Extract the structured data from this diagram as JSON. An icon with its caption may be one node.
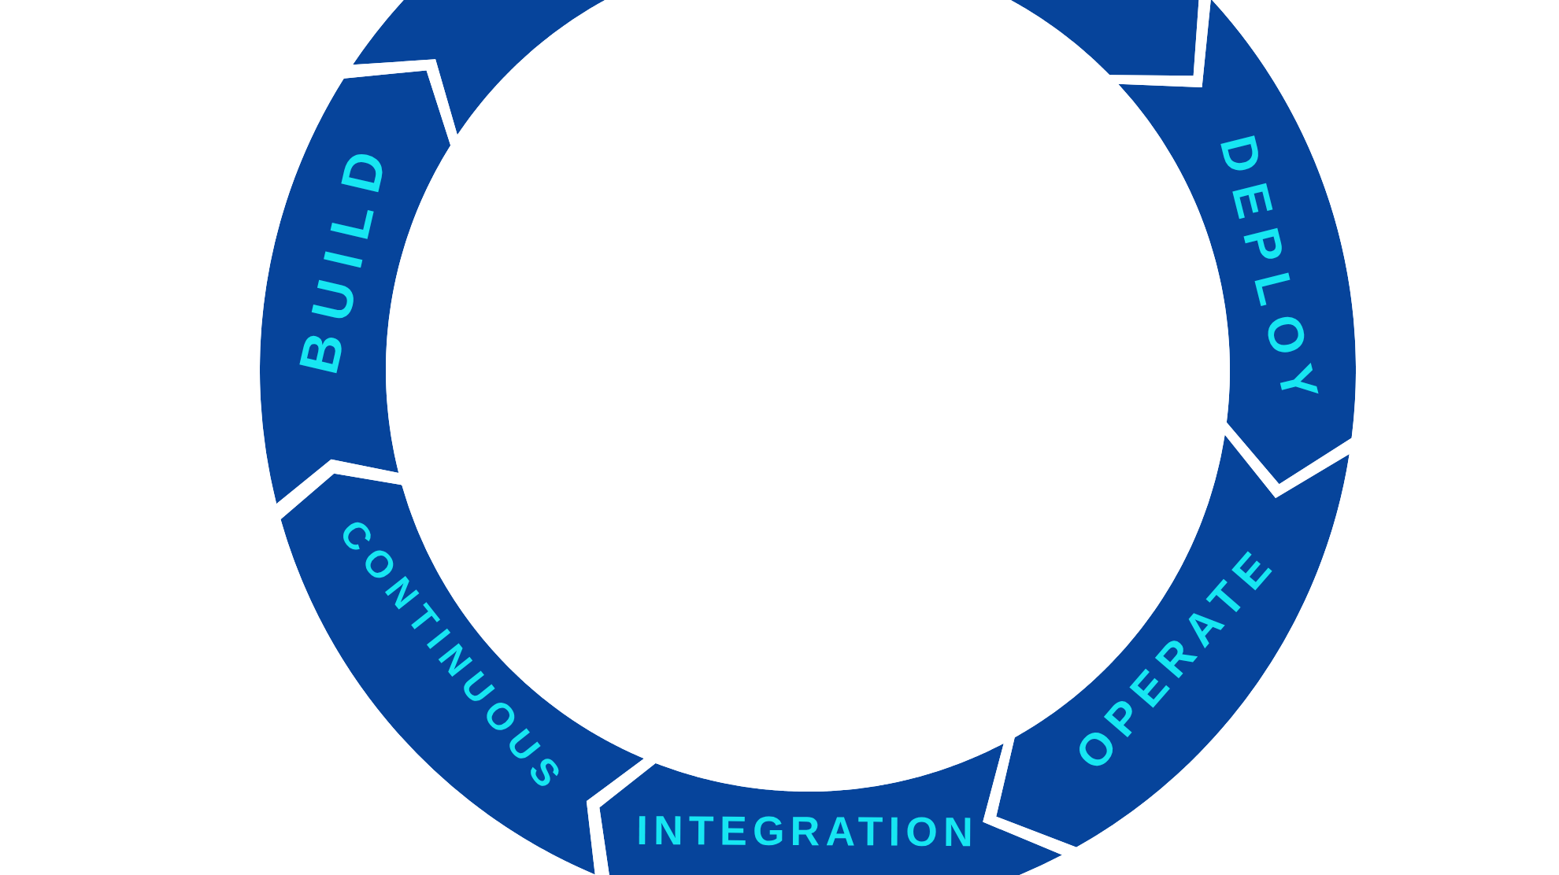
{
  "diagram": {
    "nodes": [
      {
        "text": [],
        "shape": "arrow"
      },
      {
        "text": [],
        "shape": "arrow"
      },
      {
        "text": [
          "BUILD"
        ]
      },
      {
        "text": [
          "DEPLOY"
        ]
      },
      {
        "text": [
          "CONTINUOUS"
        ]
      },
      {
        "text": [
          "OPERATE"
        ]
      },
      {
        "text": [
          "INTEGRATION"
        ]
      }
    ]
  }
}
